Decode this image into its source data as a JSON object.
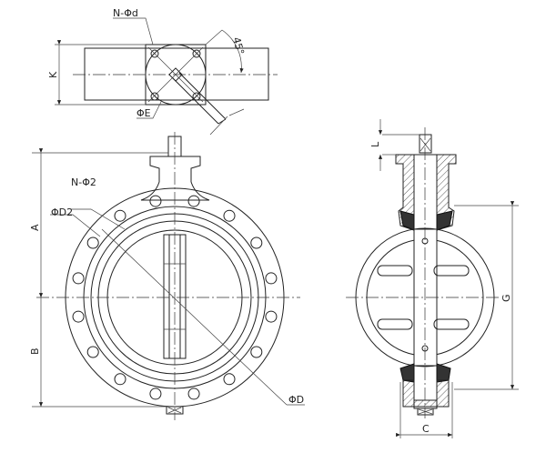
{
  "labels": {
    "n_phi_d": "N-Φd",
    "angle": "45°",
    "k": "K",
    "phi_e": "ΦE",
    "n_phi_2": "N-Φ2",
    "phi_d2": "ΦD2",
    "a": "A",
    "b": "B",
    "phi_d": "ΦD",
    "l": "L",
    "g": "G",
    "c": "C"
  }
}
